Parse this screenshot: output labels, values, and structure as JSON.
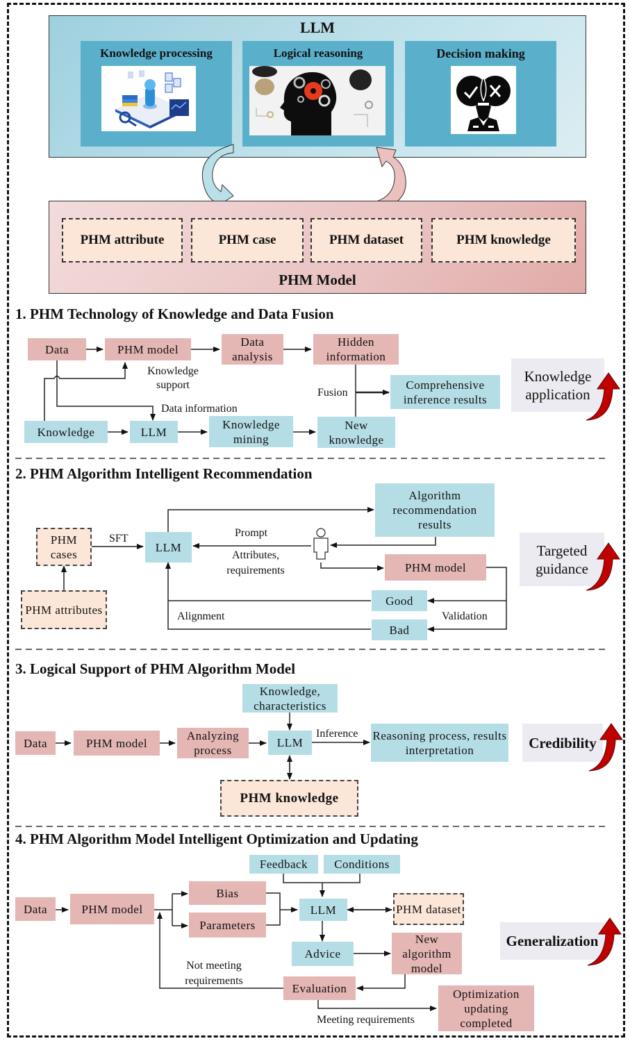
{
  "top": {
    "llm_title": "LLM",
    "capabilities": [
      {
        "label": "Knowledge processing",
        "icon": "knowledge-processing-illustration"
      },
      {
        "label": "Logical reasoning",
        "icon": "head-gears-illustration"
      },
      {
        "label": "Decision making",
        "icon": "decision-person-icon"
      }
    ],
    "phm_title": "PHM Model",
    "phm_items": [
      "PHM attribute",
      "PHM case",
      "PHM dataset",
      "PHM knowledge"
    ]
  },
  "section1": {
    "title": "1. PHM Technology of Knowledge and Data Fusion",
    "nodes": {
      "data": "Data",
      "phm_model": "PHM model",
      "data_analysis": "Data analysis",
      "hidden_information": "Hidden information",
      "knowledge": "Knowledge",
      "llm": "LLM",
      "knowledge_mining": "Knowledge mining",
      "new_knowledge": "New knowledge",
      "comprehensive": "Comprehensive inference results"
    },
    "labels": {
      "knowledge_support": "Knowledge support",
      "data_information": "Data information",
      "fusion": "Fusion"
    },
    "benefit": "Knowledge application"
  },
  "section2": {
    "title": "2. PHM Algorithm Intelligent Recommendation",
    "nodes": {
      "phm_cases": "PHM cases",
      "phm_attributes": "PHM attributes",
      "llm": "LLM",
      "algo_results": "Algorithm recommendation results",
      "phm_model": "PHM model",
      "good": "Good",
      "bad": "Bad"
    },
    "labels": {
      "sft": "SFT",
      "prompt": "Prompt",
      "attributes_requirements": "Attributes, requirements",
      "alignment": "Alignment",
      "validation": "Validation"
    },
    "benefit": "Targeted guidance"
  },
  "section3": {
    "title": "3. Logical Support of PHM Algorithm Model",
    "nodes": {
      "data": "Data",
      "phm_model": "PHM model",
      "analyzing": "Analyzing process",
      "llm": "LLM",
      "knowledge_char": "Knowledge, characteristics",
      "phm_knowledge": "PHM knowledge",
      "reasoning": "Reasoning process, results interpretation"
    },
    "labels": {
      "inference": "Inference"
    },
    "benefit": "Credibility"
  },
  "section4": {
    "title": "4. PHM Algorithm Model Intelligent Optimization and Updating",
    "nodes": {
      "data": "Data",
      "phm_model": "PHM model",
      "bias": "Bias",
      "parameters": "Parameters",
      "feedback": "Feedback",
      "conditions": "Conditions",
      "llm": "LLM",
      "phm_dataset": "PHM dataset",
      "advice": "Advice",
      "new_algo": "New algorithm model",
      "evaluation": "Evaluation",
      "optimization": "Optimization updating completed"
    },
    "labels": {
      "not_meeting": "Not meeting requirements",
      "meeting": "Meeting requirements"
    },
    "benefit": "Generalization"
  },
  "colors": {
    "pink": "#e4b6b4",
    "blue": "#b5dde6",
    "peach": "#fbe6d8",
    "lavender": "#ecebf1",
    "panel_blue": "#5ab0cb",
    "arrow_red": "#c00000"
  }
}
